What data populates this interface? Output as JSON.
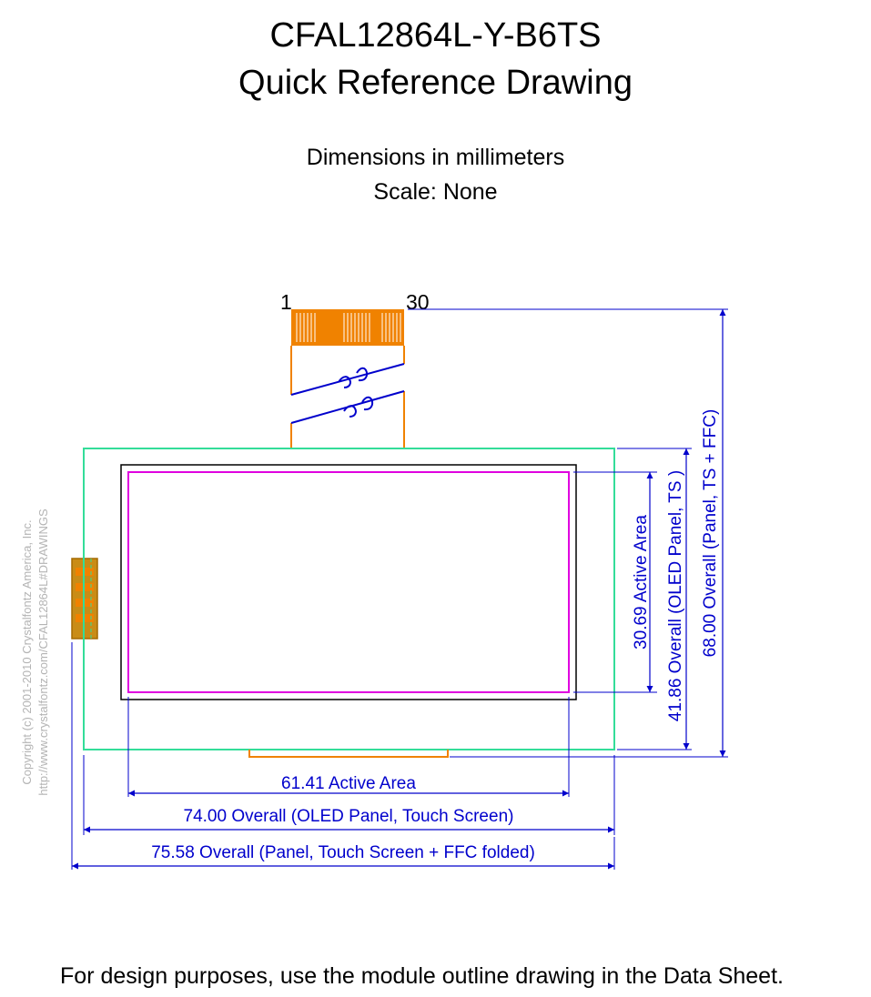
{
  "header": {
    "title_line1": "CFAL12864L-Y-B6TS",
    "title_line2": "Quick Reference Drawing",
    "units": "Dimensions in millimeters",
    "scale": "Scale: None"
  },
  "pins": {
    "first": "1",
    "last": "30"
  },
  "dimensions": {
    "active_width": "61.41 Active Area",
    "overall_panel_ts": "74.00 Overall (OLED Panel, Touch Screen)",
    "overall_with_ffc": "75.58 Overall (Panel, Touch Screen + FFC folded)",
    "active_height": "30.69 Active Area",
    "overall_height_panel_ts": "41.86 Overall (OLED Panel, TS )",
    "overall_height_with_ffc": "68.00 Overall (Panel, TS + FFC)"
  },
  "copyright": {
    "line1": "Copyright (c) 2001-2010 Crystalfontz America, Inc.",
    "line2": "http://www.crystalfontz.com/CFAL12864L#DRAWINGS"
  },
  "footer": "For design purposes, use the module outline drawing in the Data Sheet.",
  "colors": {
    "dimension": "#0000cc",
    "ffc": "#f08200",
    "panel_outline": "#33dd99",
    "active_area": "#e000e0",
    "touch_outline": "#000000"
  }
}
